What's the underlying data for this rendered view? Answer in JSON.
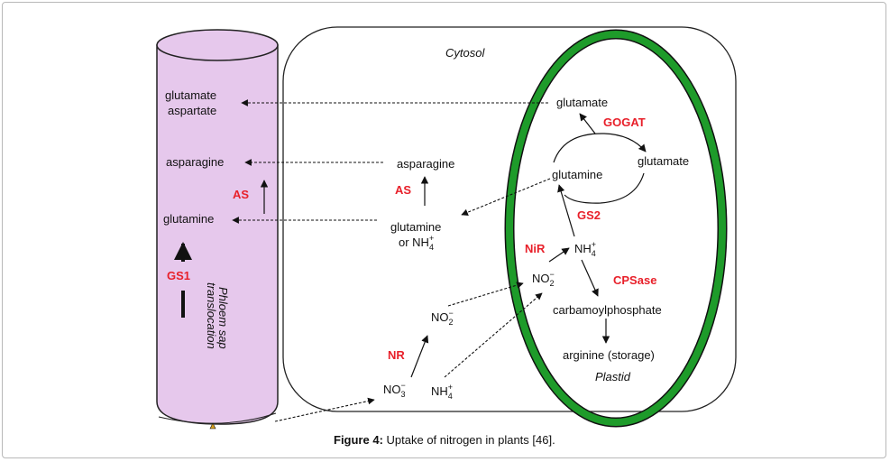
{
  "figure": {
    "caption_label": "Figure 4:",
    "caption_text": " Uptake of nitrogen in plants [46].",
    "colors": {
      "phloem_fill": "#e6c8ec",
      "plastid_ring": "#1e9b2a",
      "enzyme_text": "#e8202a",
      "text": "#111111"
    }
  },
  "phloem": {
    "label_line1": "Phloem sap",
    "label_line2": "translocation",
    "metabolites": {
      "glutamate": "glutamate",
      "aspartate": "aspartate",
      "asparagine": "asparagine",
      "glutamine": "glutamine"
    },
    "enzymes": {
      "as": "AS",
      "gs1": "GS1"
    }
  },
  "cytosol": {
    "title": "Cytosol",
    "metabolites": {
      "asparagine": "asparagine",
      "glutamine": "glutamine",
      "or_nh4": "or NH",
      "no2": "NO",
      "no3": "NO",
      "nh4": "NH"
    },
    "enzymes": {
      "as": "AS",
      "nr": "NR"
    }
  },
  "plastid": {
    "title": "Plastid",
    "metabolites": {
      "glutamate_top": "glutamate",
      "glutamate_right": "glutamate",
      "glutamine": "glutamine",
      "nh4": "NH",
      "no2": "NO",
      "carbamoylphosphate": "carbamoylphosphate",
      "arginine": "arginine (storage)"
    },
    "enzymes": {
      "gogat": "GOGAT",
      "gs2": "GS2",
      "nir": "NiR",
      "cpsase": "CPSase"
    }
  },
  "formula_parts": {
    "sub4": "4",
    "sub2": "2",
    "sub3": "3",
    "plus": "+",
    "minus": "−"
  }
}
